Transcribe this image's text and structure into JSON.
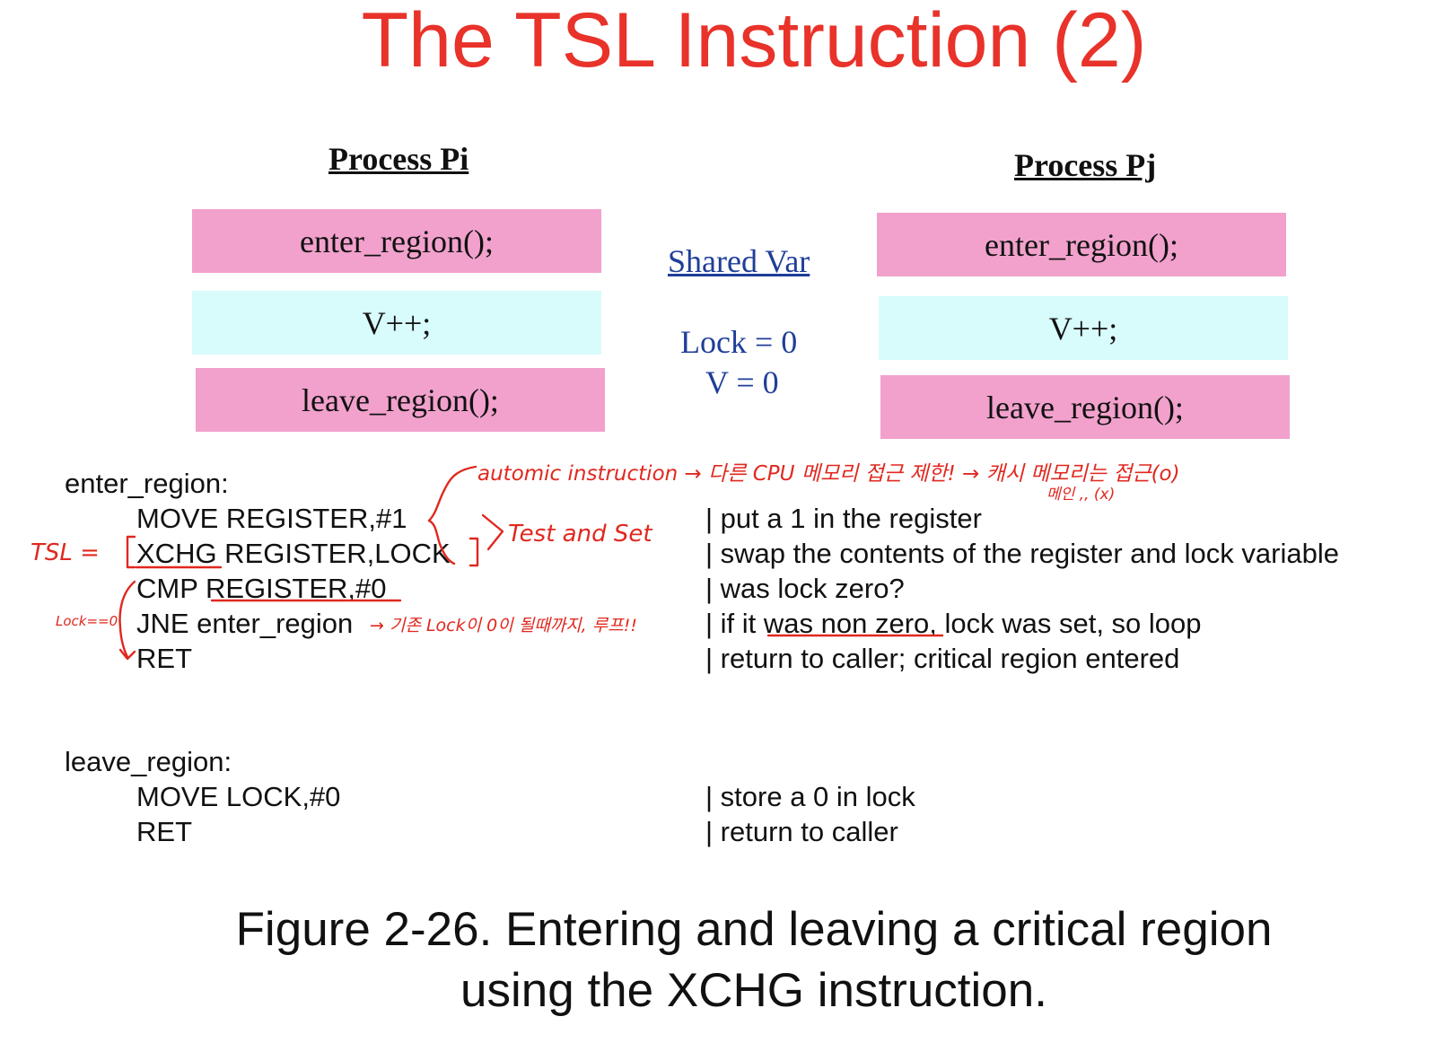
{
  "title": "The TSL Instruction (2)",
  "process_pi": {
    "heading": "Process Pi",
    "enter": "enter_region();",
    "body": "V++;",
    "leave": "leave_region();"
  },
  "process_pj": {
    "heading": "Process Pj",
    "enter": "enter_region();",
    "body": "V++;",
    "leave": "leave_region();"
  },
  "shared": {
    "heading": "Shared Var",
    "lock": "Lock = 0",
    "v": "V = 0"
  },
  "enter_region": {
    "label": "enter_region:",
    "lines": [
      {
        "code": "MOVE REGISTER,#1",
        "comment": "| put a 1 in the register"
      },
      {
        "code": "XCHG REGISTER,LOCK",
        "comment": "| swap the contents of the register and lock variable"
      },
      {
        "code": "CMP REGISTER,#0",
        "comment": "| was lock zero?"
      },
      {
        "code": "JNE enter_region",
        "comment": "| if it was non zero, lock was set, so loop"
      },
      {
        "code": "RET",
        "comment": "| return to caller; critical region entered"
      }
    ]
  },
  "leave_region": {
    "label": "leave_region:",
    "lines": [
      {
        "code": "MOVE LOCK,#0",
        "comment": "| store a 0 in lock"
      },
      {
        "code": "RET",
        "comment": "| return to caller"
      }
    ]
  },
  "annotations": {
    "atomic": "automic instruction → 다른 CPU 메모리 접근 제한! → 캐시 메모리는 접근(o)",
    "atomic_sub": "메인     ,,     (x)",
    "test_and_set": "Test and Set",
    "tsl_eq": "TSL =",
    "lock_cond": "Lock==0",
    "jne_note": "→ 기존 Lock이 0이 될때까지, 루프!!"
  },
  "caption": {
    "line1": "Figure 2-26. Entering and leaving a critical region",
    "line2": "using the XCHG instruction."
  },
  "colors": {
    "title": "#e8322a",
    "pink_box": "#f1a1cc",
    "cyan_box": "#d8fbfb",
    "shared_text": "#1f3e98",
    "ink": "#e0281f"
  }
}
